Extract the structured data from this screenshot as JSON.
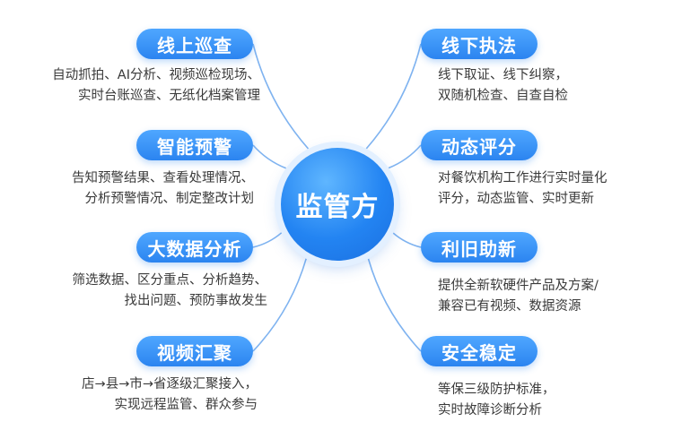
{
  "center": {
    "label": "监管方"
  },
  "colors": {
    "accent": "#2b84f0",
    "line": "#7fb3f0"
  },
  "branches": [
    {
      "side": "left",
      "title": "线上巡查",
      "lines": [
        "自动抓拍、AI分析、视频巡检现场、",
        "实时台账巡查、无纸化档案管理"
      ]
    },
    {
      "side": "left",
      "title": "智能预警",
      "lines": [
        "告知预警结果、查看处理情况、",
        "分析预警情况、制定整改计划"
      ]
    },
    {
      "side": "left",
      "title": "大数据分析",
      "lines": [
        "筛选数据、区分重点、分析趋势、",
        "找出问题、预防事故发生"
      ]
    },
    {
      "side": "left",
      "title": "视频汇聚",
      "lines": [
        "店→县→市→省逐级汇聚接入，",
        "实现远程监管、群众参与"
      ]
    },
    {
      "side": "right",
      "title": "线下执法",
      "lines": [
        "线下取证、线下纠察，",
        "双随机检查、自查自检"
      ]
    },
    {
      "side": "right",
      "title": "动态评分",
      "lines": [
        "对餐饮机构工作进行实时量化",
        "评分，动态监管、实时更新"
      ]
    },
    {
      "side": "right",
      "title": "利旧助新",
      "lines": [
        "提供全新软硬件产品及方案/",
        "兼容已有视频、数据资源"
      ]
    },
    {
      "side": "right",
      "title": "安全稳定",
      "lines": [
        "等保三级防护标准，",
        "实时故障诊断分析"
      ]
    }
  ]
}
